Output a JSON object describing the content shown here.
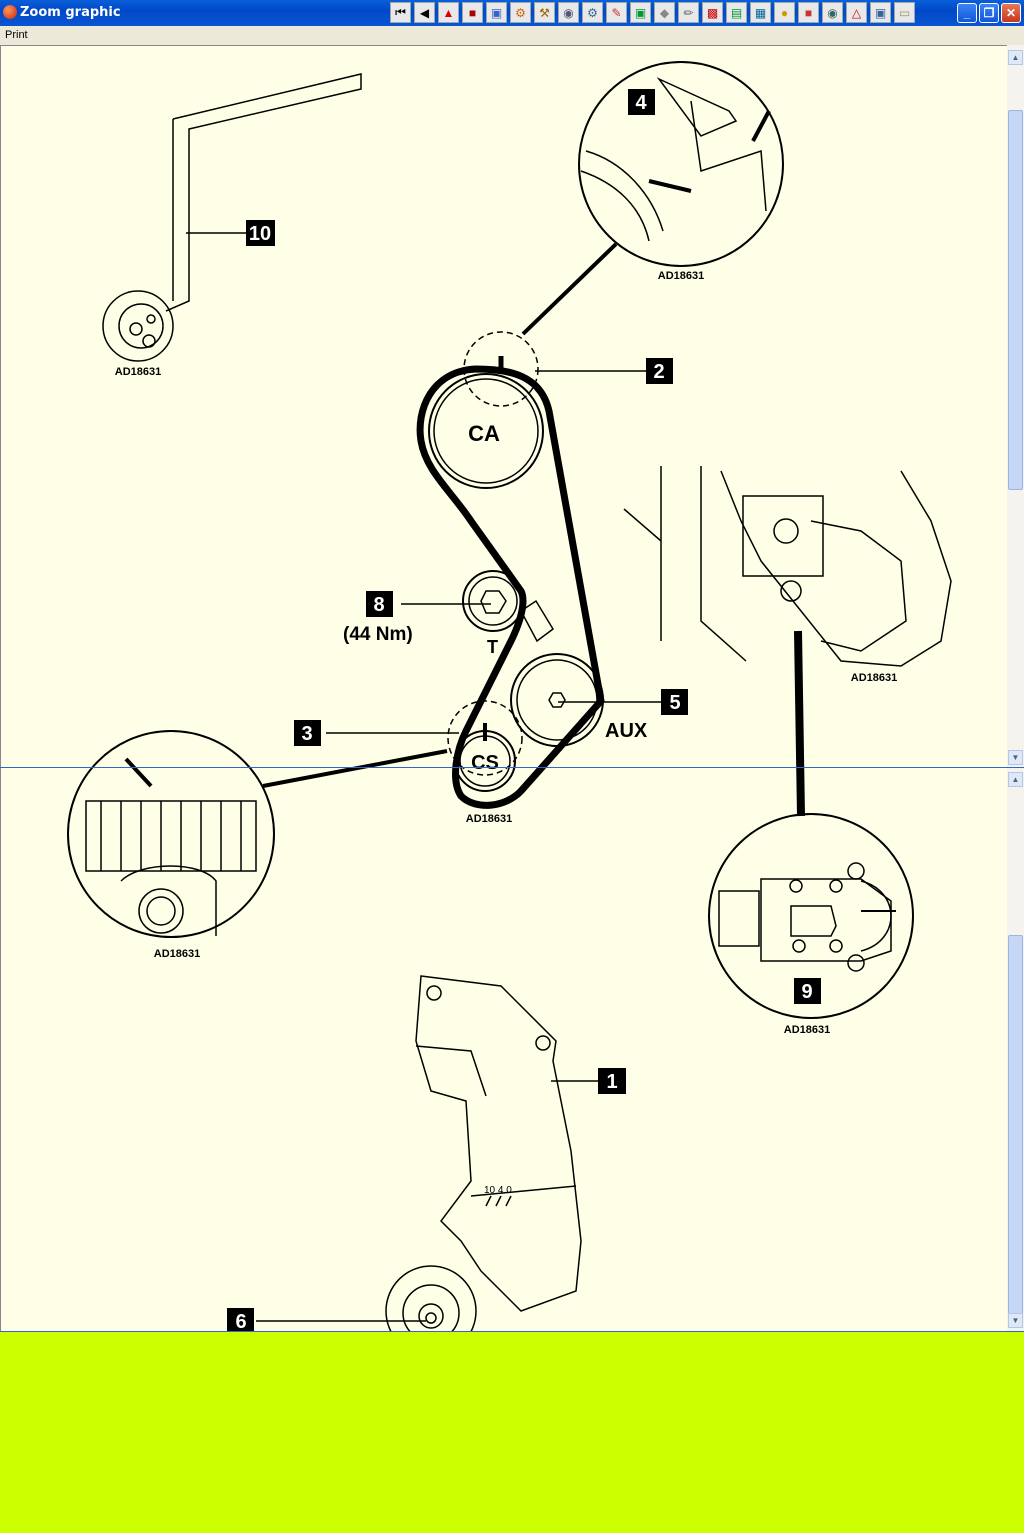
{
  "window": {
    "title": "Zoom graphic"
  },
  "menu": {
    "items": [
      "Print"
    ]
  },
  "toolbar": {
    "buttons": [
      "first-icon",
      "previous-icon",
      "warning-icon",
      "book-icon",
      "image-icon",
      "gear-icon",
      "tools-icon",
      "disc-icon",
      "wrench-icon",
      "pencil-icon",
      "chair-icon",
      "clip-icon",
      "pen-icon",
      "chart-icon",
      "monitor-icon",
      "map-icon",
      "car-icon",
      "repair-icon",
      "engine-icon",
      "triangle-icon",
      "vehicle-icon",
      "document-icon"
    ]
  },
  "diagram": {
    "ref": "AD18631",
    "labels": {
      "l1": "1",
      "l2": "2",
      "l3": "3",
      "l4": "4",
      "l5": "5",
      "l6": "6",
      "l8": "8",
      "l9": "9",
      "l10": "10"
    },
    "texts": {
      "ca": "CA",
      "cs": "CS",
      "aux": "AUX",
      "t": "T",
      "torque": "(44 Nm)",
      "scale": "10 4 0"
    }
  }
}
